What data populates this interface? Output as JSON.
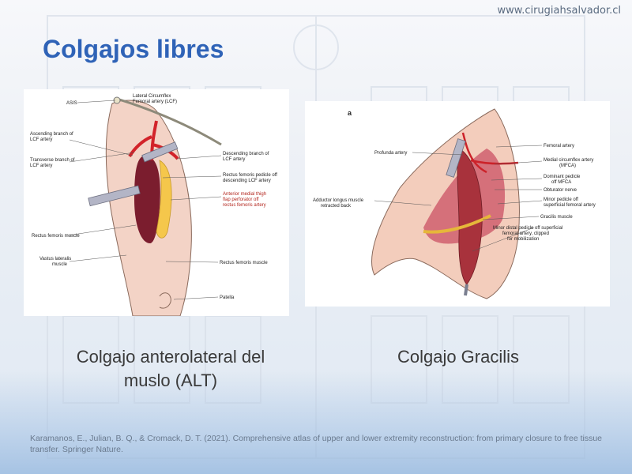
{
  "header": {
    "url": "www.cirugiahsalvador.cl"
  },
  "slide": {
    "title": "Colgajos libres"
  },
  "figures": {
    "alt": {
      "labels": {
        "asis": "ASIS",
        "lcf_1": "Lateral Circumflex",
        "lcf_2": "Femoral artery (LCF)",
        "ascending_1": "Ascending branch of",
        "ascending_2": "LCF artery",
        "transverse_1": "Transverse branch of",
        "transverse_2": "LCF artery",
        "descending_1": "Descending branch of",
        "descending_2": "LCF artery",
        "rf_pedicle_1": "Rectus femoris pedicle off",
        "rf_pedicle_2": "descending LCF artery",
        "amt_1": "Anterior medial thigh",
        "amt_2": "flap perforator off",
        "amt_3": "rectus femoris artery",
        "rf_muscle_left": "Rectus femoris muscle",
        "vastus_1": "Vastus lateralis",
        "vastus_2": "muscle",
        "rf_muscle_right": "Rectus femoris muscle",
        "patella": "Patella"
      }
    },
    "gracilis": {
      "labels": {
        "panel": "a",
        "profunda": "Profunda artery",
        "femoral": "Femoral artery",
        "mfca_1": "Medial circumflex artery",
        "mfca_2": "(MFCA)",
        "dominant_1": "Dominant pedicle",
        "dominant_2": "off MFCA",
        "obturator": "Obturator nerve",
        "adductor_1": "Adductor longus muscle",
        "adductor_2": "retracted back",
        "minor_1": "Minor pedicle off",
        "minor_2": "superficial femoral artery",
        "gracilis_muscle": "Gracilis muscle",
        "distal_1": "Minor distal pedicle off superficial",
        "distal_2": "femoral artery, clipped",
        "distal_3": "for mobilization"
      }
    }
  },
  "captions": {
    "alt": "Colgajo anterolateral del muslo (ALT)",
    "gracilis": "Colgajo Gracilis"
  },
  "footer": {
    "reference": "Karamanos, E., Julian, B. Q., & Cromack, D. T. (2021). Comprehensive atlas of upper and lower extremity reconstruction: from primary closure to free tissue transfer. Springer Nature."
  }
}
